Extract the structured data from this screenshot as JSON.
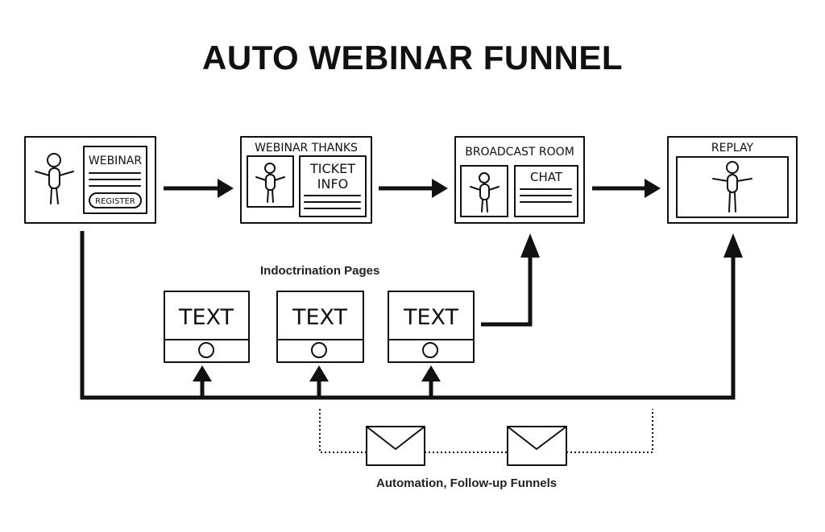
{
  "title": "AUTO WEBINAR FUNNEL",
  "pages": {
    "registration": {
      "heading": "WEBINAR",
      "button": "REGISTER"
    },
    "thanks": {
      "heading": "WEBINAR THANKS",
      "info_line1": "TICKET",
      "info_line2": "INFO"
    },
    "broadcast": {
      "heading": "BROADCAST ROOM",
      "chat": "CHAT"
    },
    "replay": {
      "heading": "REPLAY"
    }
  },
  "indoctrination": {
    "label": "Indoctrination Pages",
    "cards": [
      {
        "text": "TEXT"
      },
      {
        "text": "TEXT"
      },
      {
        "text": "TEXT"
      }
    ]
  },
  "automation": {
    "label": "Automation, Follow-up Funnels"
  },
  "icons": [
    "stick-figure-icon",
    "envelope-icon",
    "play-button-icon",
    "arrow-icon"
  ]
}
